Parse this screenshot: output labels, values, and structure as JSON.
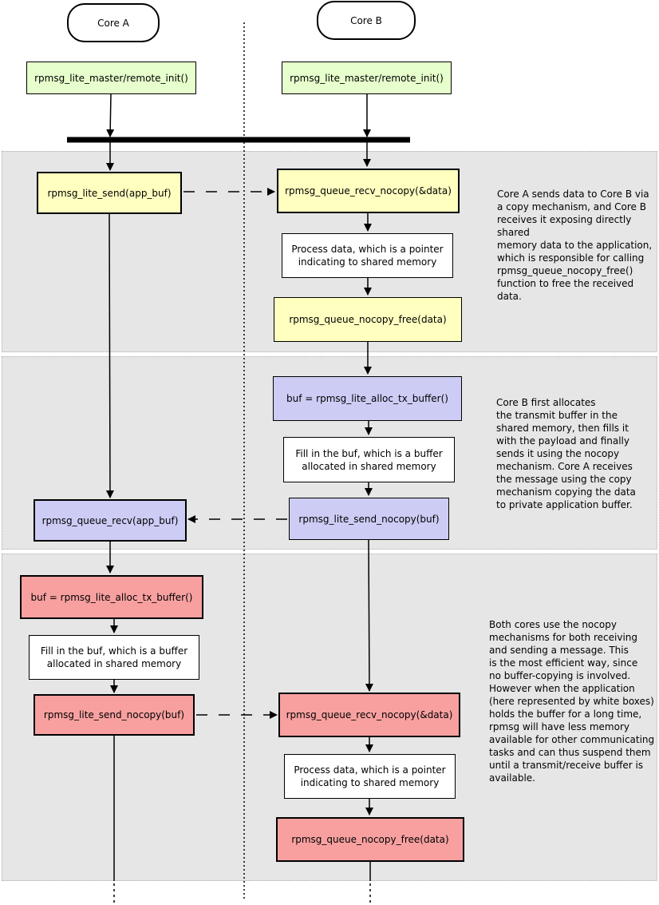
{
  "lifelines": {
    "core_a": "Core A",
    "core_b": "Core B"
  },
  "init": {
    "core_a": "rpmsg_lite_master/remote_init()",
    "core_b": "rpmsg_lite_master/remote_init()"
  },
  "section1": {
    "a_send": "rpmsg_lite_send(app_buf)",
    "b_recv": "rpmsg_queue_recv_nocopy(&data)",
    "b_process": "Process data, which is a pointer indicating to shared memory",
    "b_free": "rpmsg_queue_nocopy_free(data)",
    "note": "Core A sends data to Core B via\na copy mechanism, and Core B\nreceives it exposing directly shared\nmemory data to the application,\nwhich is responsible for calling\nrpmsg_queue_nocopy_free()\nfunction to free the received data."
  },
  "section2": {
    "b_alloc": "buf = rpmsg_lite_alloc_tx_buffer()",
    "b_fill": "Fill in the buf, which is a buffer allocated in shared memory",
    "b_send": "rpmsg_lite_send_nocopy(buf)",
    "a_recv": "rpmsg_queue_recv(app_buf)",
    "note": "Core B first allocates\nthe transmit buffer in the\nshared memory, then fills it\nwith the payload and finally\nsends it using the nocopy\nmechanism. Core A receives\nthe message using the copy\nmechanism copying the data\nto private application buffer."
  },
  "section3": {
    "a_alloc": "buf = rpmsg_lite_alloc_tx_buffer()",
    "a_fill": "Fill in the buf, which is a buffer allocated in shared memory",
    "a_send": "rpmsg_lite_send_nocopy(buf)",
    "b_recv": "rpmsg_queue_recv_nocopy(&data)",
    "b_process": "Process data, which is a pointer indicating to shared memory",
    "b_free": "rpmsg_queue_nocopy_free(data)",
    "note": "Both cores use the nocopy\nmechanisms for both receiving\nand sending a message. This\nis the most efficient way, since\nno buffer-copying is involved.\nHowever when the application\n(here represented by white boxes)\nholds the buffer for a long time,\nrpmsg will have less memory\navailable for other communicating\ntasks and can thus suspend them\nuntil a transmit/receive buffer is\navailable."
  },
  "colors": {
    "green": "#e6ffcc",
    "yellow": "#ffffc0",
    "blue": "#ccccf5",
    "red": "#f8a0a0",
    "band": "#e6e6e6",
    "line": "#000000"
  }
}
